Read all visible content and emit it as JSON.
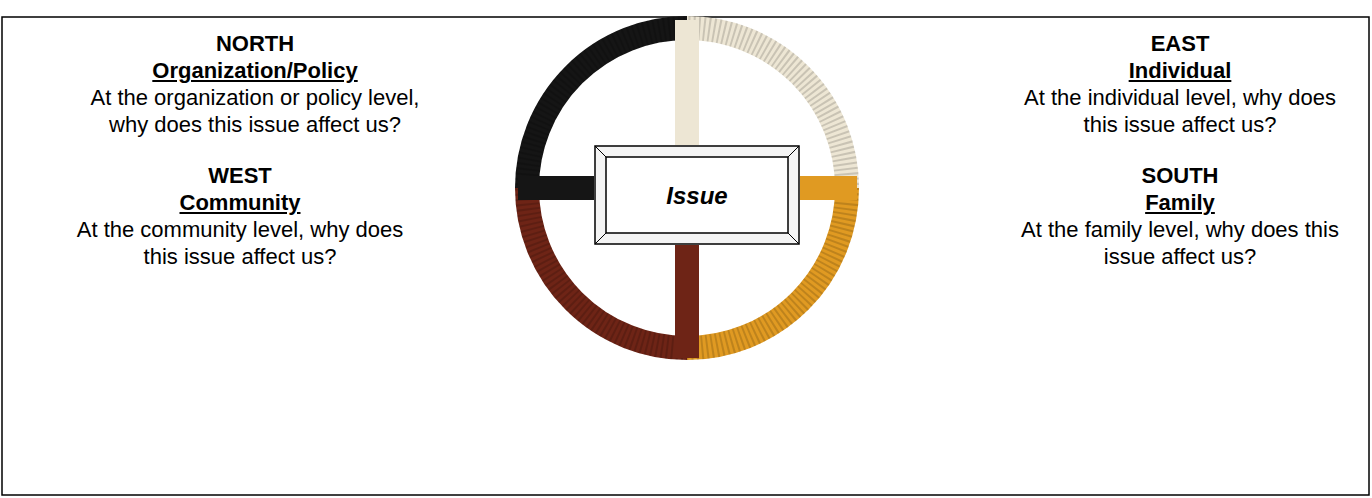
{
  "diagram": {
    "nodes": [
      {
        "text": [
          "Issue"
        ]
      }
    ],
    "labels": [
      "NORTH",
      "Organization/Policy",
      "At the organization or policy level, why does this issue affect us?",
      "EAST",
      "Individual",
      "At the individual level, why does this issue affect us?",
      "WEST",
      "Community",
      "At the community level, why does this issue affect us?",
      "SOUTH",
      "Family",
      "At the family level, why does this issue affect us?"
    ]
  }
}
